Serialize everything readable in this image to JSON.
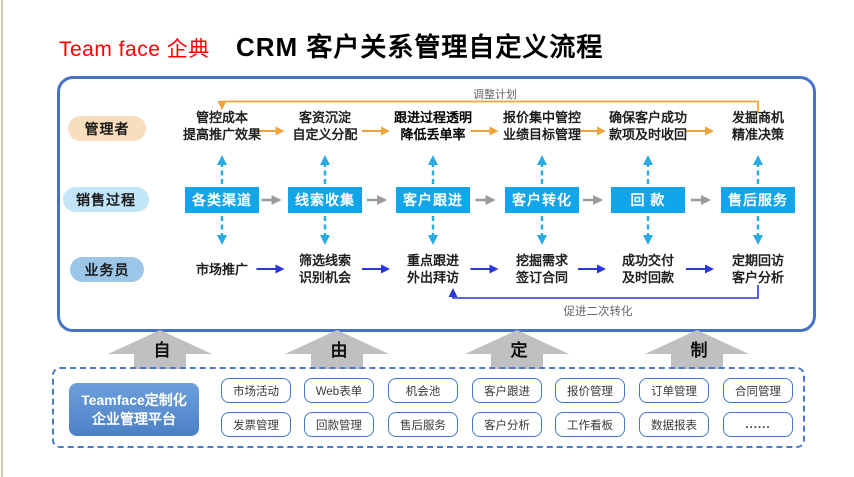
{
  "header": {
    "brand": "Team face 企典",
    "title": "CRM 客户关系管理自定义流程"
  },
  "flow": {
    "row_labels": [
      "管理者",
      "销售过程",
      "业务员"
    ],
    "adjust_plan_label": "调整计划",
    "repeat_conversion_label": "促进二次转化",
    "manager_items": [
      {
        "line1": "管控成本",
        "line2": "提高推广效果"
      },
      {
        "line1": "客资沉淀",
        "line2": "自定义分配"
      },
      {
        "line1": "跟进过程透明",
        "line2": "降低丢单率"
      },
      {
        "line1": "报价集中管控",
        "line2": "业绩目标管理"
      },
      {
        "line1": "确保客户成功",
        "line2": "款项及时收回"
      },
      {
        "line1": "发掘商机",
        "line2": "精准决策"
      }
    ],
    "stage_buttons": [
      "各类渠道",
      "线索收集",
      "客户跟进",
      "客户转化",
      "回 款",
      "售后服务"
    ],
    "worker_items": [
      {
        "line1": "市场推广",
        "line2": ""
      },
      {
        "line1": "筛选线索",
        "line2": "识别机会"
      },
      {
        "line1": "重点跟进",
        "line2": "外出拜访"
      },
      {
        "line1": "挖掘需求",
        "line2": "签订合同"
      },
      {
        "line1": "成功交付",
        "line2": "及时回款"
      },
      {
        "line1": "定期回访",
        "line2": "客户分析"
      }
    ]
  },
  "block_arrows": [
    "自",
    "由",
    "定",
    "制"
  ],
  "platform": {
    "brand_line1": "Teamface定制化",
    "brand_line2": "企业管理平台",
    "modules_row1": [
      "市场活动",
      "Web表单",
      "机会池",
      "客户跟进",
      "报价管理",
      "订单管理",
      "合同管理"
    ],
    "modules_row2": [
      "发票管理",
      "回款管理",
      "售后服务",
      "客户分析",
      "工作看板",
      "数据报表",
      "......"
    ]
  },
  "colors": {
    "brand_red": "#FE0000",
    "panel_border_blue": "#4472C4",
    "stage_button_blue": "#12A5EA",
    "manager_pill": "#F8DEBD",
    "sales_pill": "#C3E5F8",
    "worker_pill": "#9CC6E8",
    "orange_arrow": "#F0A33A",
    "cyan_dashed_arrow": "#29ABE2",
    "blue_arrow": "#2A36D8",
    "gray_arrow": "#9B9B9B",
    "block_arrow_gray": "#BEC0C2",
    "left_edge_tan": "#D8C69E"
  }
}
